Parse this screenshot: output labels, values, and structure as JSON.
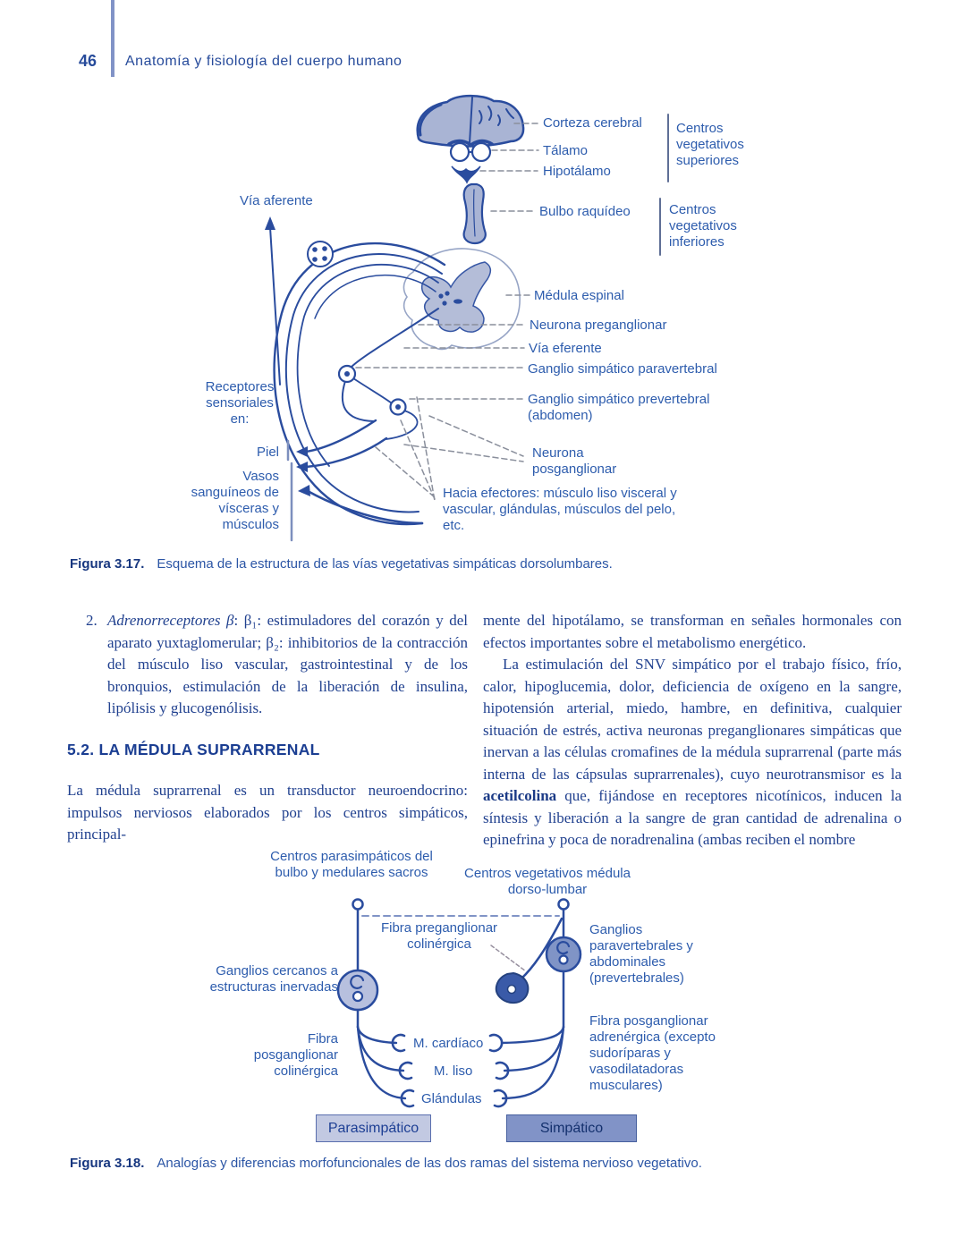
{
  "header": {
    "page_number": "46",
    "book_title": "Anatomía y fisiología del cuerpo humano"
  },
  "colors": {
    "ink": "#2a4c9e",
    "label_text": "#2d5cad",
    "anatomy_fill": "#a9b4d4",
    "ganglion_light_fill": "#b7c0de",
    "ganglion_dark_fill": "#8094c6",
    "box_parasimpatico_fill": "#c2c9e2",
    "box_simpatico_fill": "#8193c7"
  },
  "fig317": {
    "caption_label": "Figura 3.17.",
    "caption": "Esquema de la estructura de las vías vegetativas simpáticas dorsolumbares.",
    "labels": {
      "via_aferente": "Vía aferente",
      "corteza": "Corteza cerebral",
      "talamo": "Tálamo",
      "hipotalamo": "Hipotálamo",
      "bulbo": "Bulbo raquídeo",
      "centros_sup": "Centros vegetativos superiores",
      "centros_inf": "Centros vegetativos inferiores",
      "medula_espinal": "Médula espinal",
      "neurona_pre": "Neurona preganglionar",
      "via_eferente": "Vía eferente",
      "ganglio_paravertebral": "Ganglio simpático paravertebral",
      "ganglio_prevertebral": "Ganglio simpático prevertebral (abdomen)",
      "neurona_pos": "Neurona posganglionar",
      "hacia_efectores": "Hacia efectores: músculo liso visceral y vascular, glándulas, músculos del pelo, etc.",
      "receptores": "Receptores sensoriales en:",
      "piel": "Piel",
      "vasos": "Vasos sanguíneos de vísceras y músculos"
    }
  },
  "body": {
    "item2_num": "2.",
    "item2_italic": "Adrenorreceptores β",
    "item2_rest": ": β₁: estimuladores del corazón y del aparato yuxtaglomerular; β₂: inhibitorios de la contracción del músculo liso vascular, gastrointestinal y de los bronquios, estimulación de la liberación de insulina, lipólisis y glucogenólisis.",
    "heading": "5.2.  LA MÉDULA SUPRARRENAL",
    "para_left": "La médula suprarrenal es un transductor neuroendocrino: impulsos nerviosos elaborados por los centros simpáticos, principal-",
    "para_right1": "mente del hipotálamo, se transforman en señales hormonales con efectos importantes sobre el metabolismo energético.",
    "para_right2a": "La estimulación del SNV simpático por el trabajo físico, frío, calor, hipoglucemia, dolor, deficiencia de oxígeno en la sangre, hipotensión arterial, miedo, hambre, en definitiva, cualquier situación de estrés, activa neuronas preganglionares simpáticas que inervan a las células cromafines de la médula suprarrenal (parte más interna de las cápsulas suprarrenales), cuyo neurotransmisor es la ",
    "para_right2_bold": "acetilcolina",
    "para_right2b": " que, fijándose en receptores nicotínicos, inducen la síntesis y liberación a la sangre de gran cantidad de adrenalina o epinefrina y poca de noradrenalina (ambas reciben el nombre"
  },
  "fig318": {
    "caption_label": "Figura 3.18.",
    "caption": "Analogías y diferencias morfofuncionales de las dos ramas del sistema nervioso vegetativo.",
    "labels": {
      "centros_parasimpaticos": "Centros parasimpáticos del bulbo y medulares sacros",
      "centros_vegetativos": "Centros vegetativos médula dorso-lumbar",
      "fibra_preganglionar": "Fibra preganglionar colinérgica",
      "ganglios_cercanos": "Ganglios cercanos a estructuras inervadas",
      "ganglios_paravertebrales": "Ganglios paravertebrales y abdominales (prevertebrales)",
      "fibra_posganglionar_colinergica": "Fibra posganglionar colinérgica",
      "m_cardiaco": "M. cardíaco",
      "m_liso": "M. liso",
      "glandulas": "Glándulas",
      "fibra_posganglionar_adrenergica": "Fibra posganglionar adrenérgica (excepto sudoríparas y vasodilatadoras musculares)",
      "box_parasimpatico": "Parasimpático",
      "box_simpatico": "Simpático"
    }
  }
}
